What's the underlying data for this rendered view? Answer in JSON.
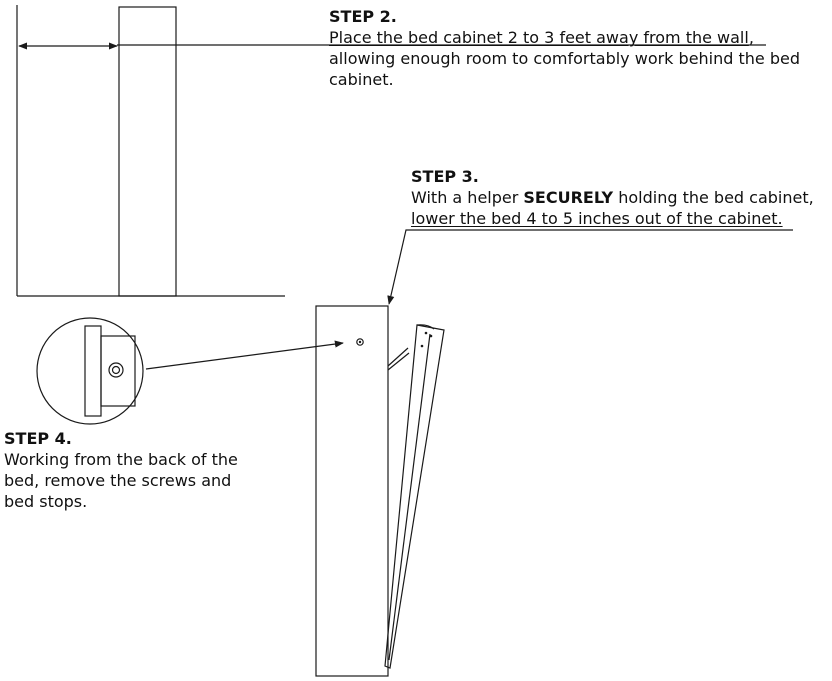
{
  "step2": {
    "title": "STEP 2.",
    "body_underlined": "Place the bed cabinet 2 to 3 feet away from the wall",
    "body_comma": ",",
    "body_rest": "allowing enough room to comfortably work behind the bed cabinet."
  },
  "step3": {
    "title": "STEP 3.",
    "body_pre": "With a helper ",
    "body_bold": "SECURELY",
    "body_post": " holding the bed cabinet,",
    "body_underlined": "lower the bed 4 to 5 inches out of the cabinet."
  },
  "step4": {
    "title": "STEP 4.",
    "body": "Working from the back of the bed, remove the screws and bed stops."
  },
  "colors": {
    "line": "#1a1a1a",
    "text": "#111111",
    "background": "#ffffff"
  }
}
